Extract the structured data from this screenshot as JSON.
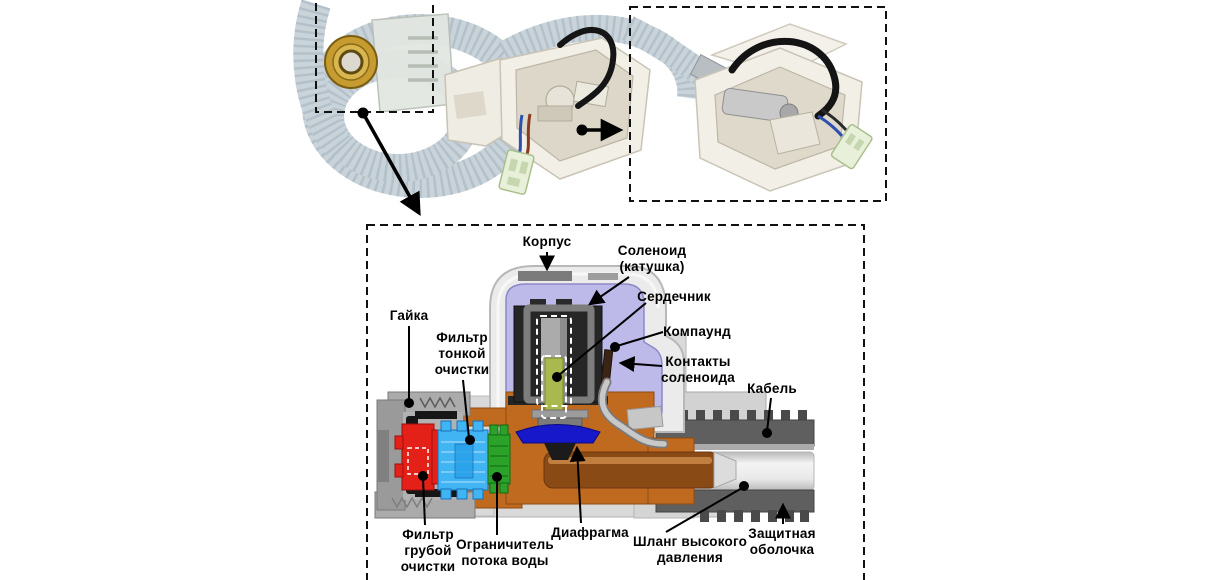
{
  "figure": {
    "type": "aquastop-inlet-hose-diagram",
    "labels": {
      "korpus": "Корпус",
      "solenoid": "Соленоид\n(катушка)",
      "serdechnik": "Сердечник",
      "kompaund": "Компаунд",
      "kontakty": "Контакты\nсоленоида",
      "kabel": "Кабель",
      "gaika": "Гайка",
      "filtr_tonkoy": "Фильтр\nтонкой\nочистки",
      "filtr_gruboy": "Фильтр\nгрубой\nочистки",
      "ogranichitel": "Ограничитель\nпотока воды",
      "diafragma": "Диафрагма",
      "shlang": "Шланг высокого\nдавления",
      "zashchita": "Защитная\nоболочка"
    },
    "colors": {
      "coarse_filter_red": "#e32119",
      "fine_filter_blue": "#41b4f4",
      "flow_limiter_green": "#2ba32b",
      "diaphragm_blue": "#1718c9",
      "compound_lavender": "#bdb9e8",
      "core_plunger_olive": "#a9b94d",
      "valve_body_orange": "#c06a20",
      "brass_nut_gold": "#c69b30",
      "connector_green": "#e8f0da",
      "hose_gray_blue": "#c9d3da"
    }
  }
}
